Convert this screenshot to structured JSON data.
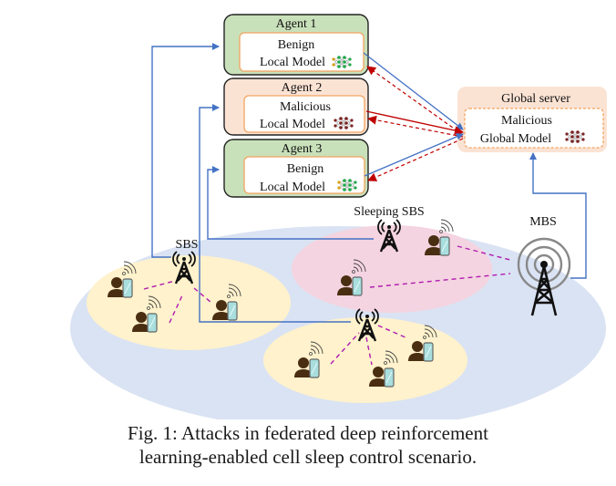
{
  "figure": {
    "caption_line1": "Fig. 1: Attacks in federated deep reinforcement",
    "caption_line2": "learning-enabled cell sleep control scenario."
  },
  "agents": [
    {
      "title": "Agent 1",
      "status": "Benign",
      "model": "Local Model",
      "role": "benign",
      "fill": "#c9e1ba",
      "nn_color": "#1fa84a"
    },
    {
      "title": "Agent 2",
      "status": "Malicious",
      "model": "Local Model",
      "role": "malicious",
      "fill": "#fbe3d4",
      "nn_color": "#7a2222"
    },
    {
      "title": "Agent 3",
      "status": "Benign",
      "model": "Local Model",
      "role": "benign",
      "fill": "#c9e1ba",
      "nn_color": "#1fa84a"
    }
  ],
  "global_server": {
    "title": "Global server",
    "status": "Malicious",
    "model": "Global Model",
    "fill": "#fbe3d4",
    "nn_color": "#7a2222"
  },
  "stations": {
    "sbs_label": "SBS",
    "sleeping_sbs_label": "Sleeping SBS",
    "mbs_label": "MBS"
  },
  "colors": {
    "uplink": "#4472c4",
    "malicious_link": "#c00000",
    "user_link": "#b01ab0",
    "macro_cell": "#dae3f3",
    "active_cell": "#fff2cc",
    "sleeping_cell": "#f4d4e0",
    "user": "#4a2e12",
    "phone": "#a8dede",
    "box_border": "#f4a460"
  }
}
